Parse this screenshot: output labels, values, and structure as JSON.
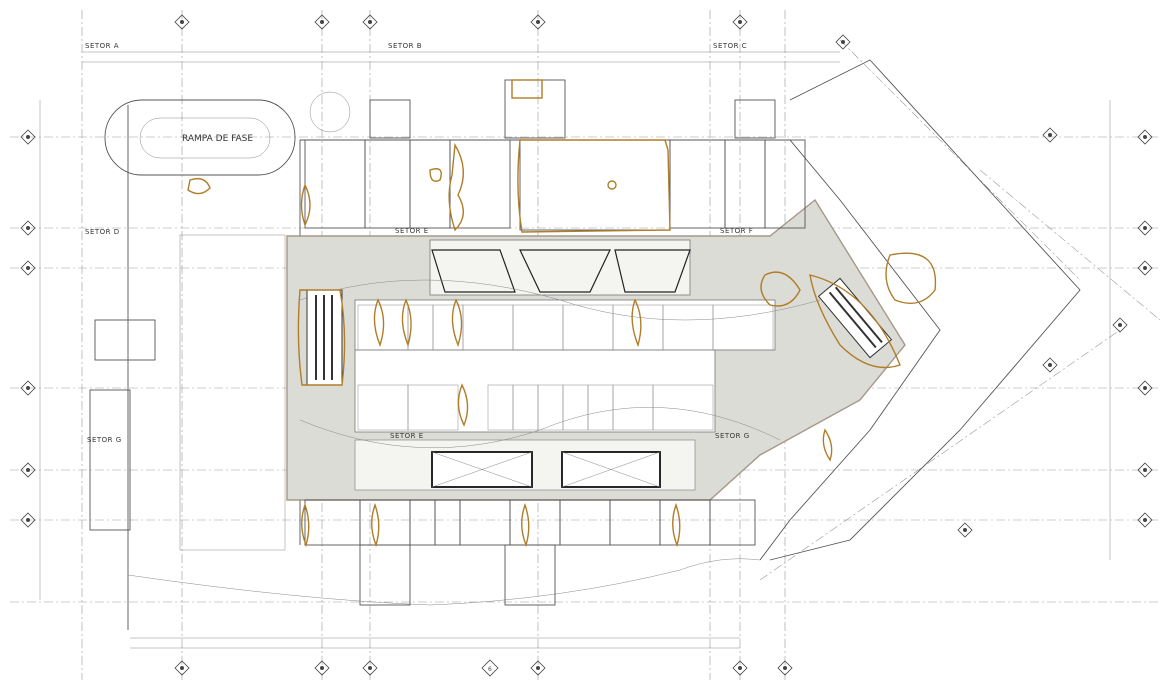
{
  "sectors": {
    "a": "SETOR A",
    "b": "SETOR B",
    "c": "SETOR C",
    "d": "SETOR D",
    "e": "SETOR E",
    "f": "SETOR F",
    "g": "SETOR G"
  },
  "labels": {
    "ramp": "RAMPA DE FASE",
    "title_mark": "6"
  },
  "colors": {
    "landscape": "#b07d28",
    "circulation": "#dcdcd7",
    "line": "#555555"
  }
}
